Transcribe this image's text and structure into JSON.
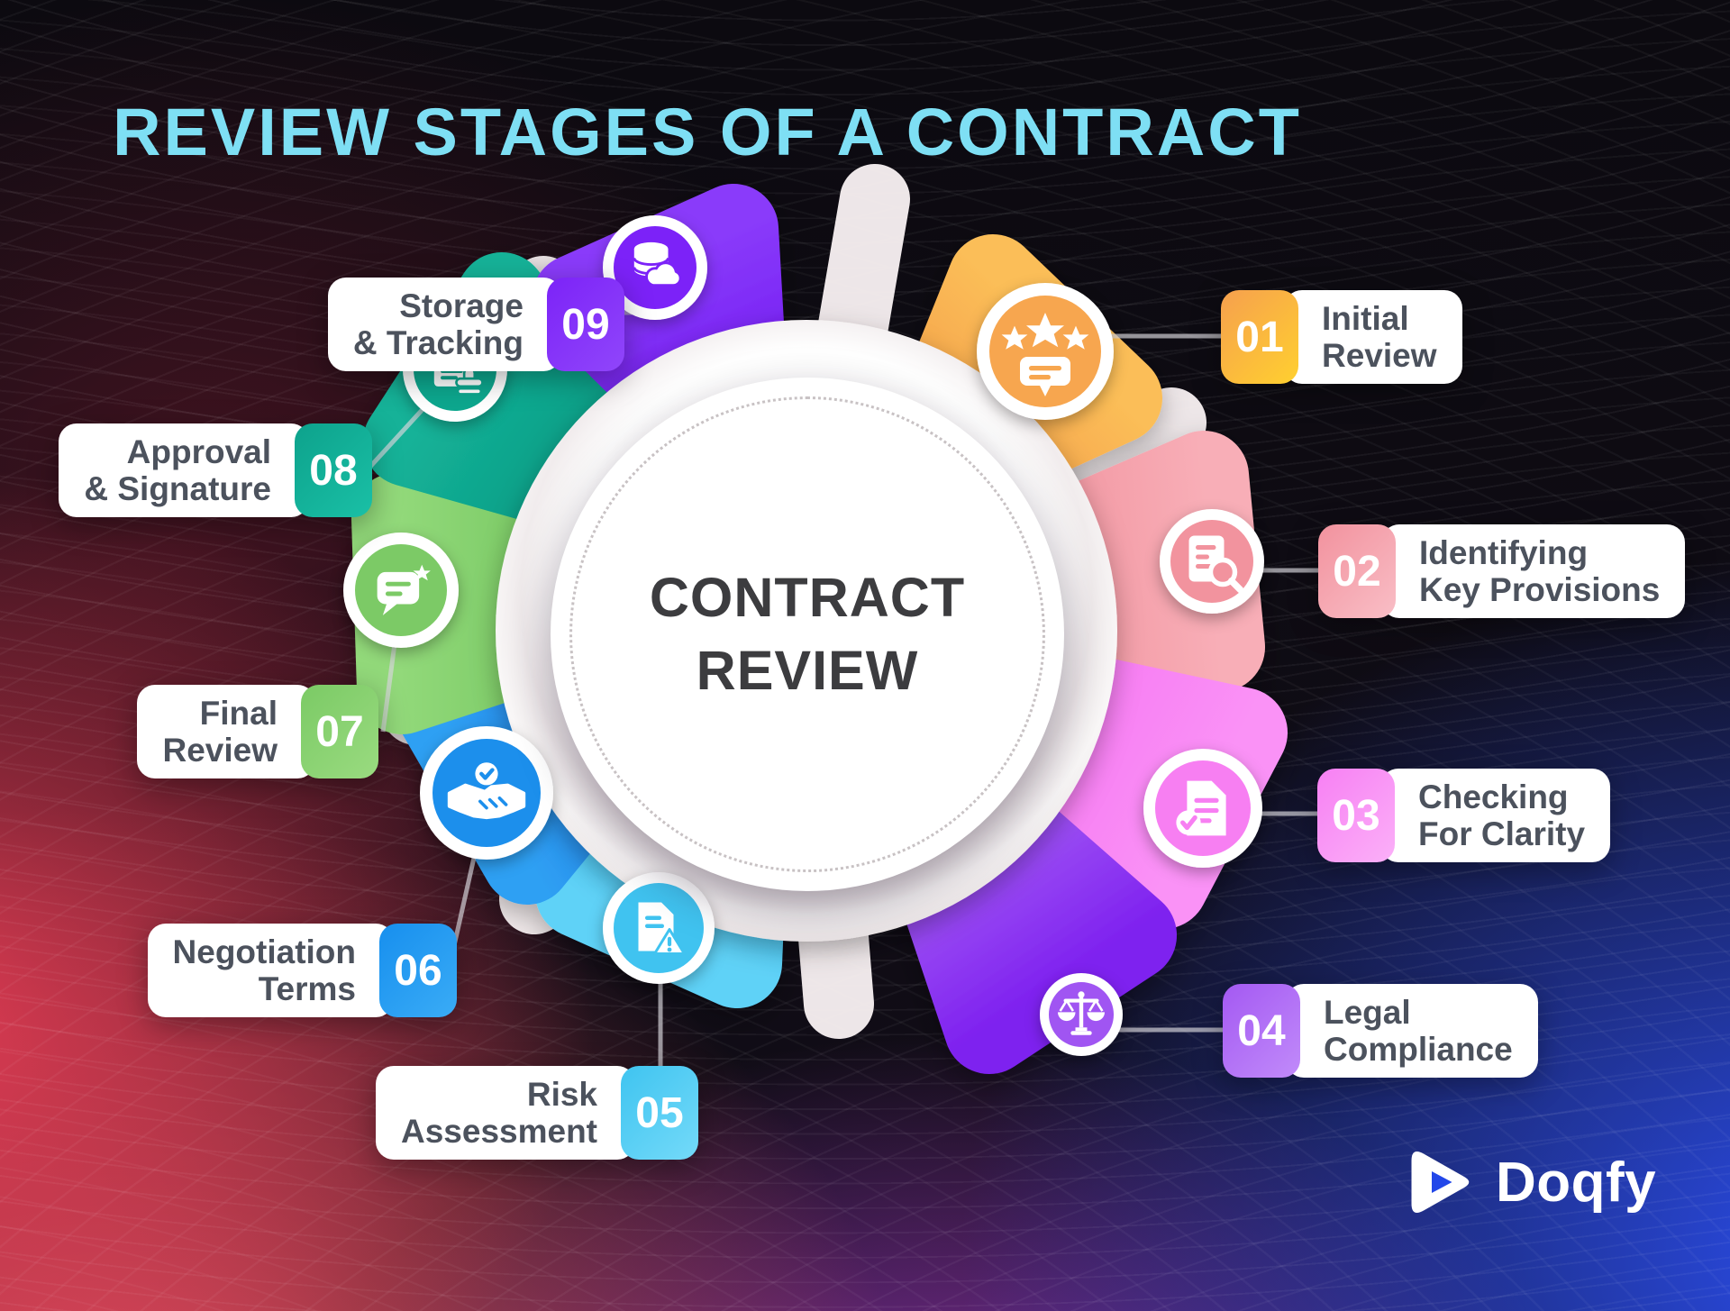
{
  "title": "REVIEW STAGES OF A CONTRACT",
  "center": {
    "title": "CONTRACT\nREVIEW"
  },
  "stages": [
    {
      "number": "01",
      "label": "Initial\nReview",
      "icon": "rating-stars-icon",
      "color": "#F7A64F"
    },
    {
      "number": "02",
      "label": "Identifying\nKey Provisions",
      "icon": "document-search-icon",
      "color": "#F2939E"
    },
    {
      "number": "03",
      "label": "Checking\nFor Clarity",
      "icon": "document-check-icon",
      "color": "#F77FF2"
    },
    {
      "number": "04",
      "label": "Legal\nCompliance",
      "icon": "justice-scales-icon",
      "color": "#A055F2"
    },
    {
      "number": "05",
      "label": "Risk\nAssessment",
      "icon": "document-warning-icon",
      "color": "#3FC3F0"
    },
    {
      "number": "06",
      "label": "Negotiation\nTerms",
      "icon": "handshake-icon",
      "color": "#1E8FEC"
    },
    {
      "number": "07",
      "label": "Final\nReview",
      "icon": "chat-star-icon",
      "color": "#7CCA66"
    },
    {
      "number": "08",
      "label": "Approval\n& Signature",
      "icon": "document-stamp-icon",
      "color": "#0FA78E"
    },
    {
      "number": "09",
      "label": "Storage\n& Tracking",
      "icon": "database-cloud-icon",
      "color": "#7B22F8"
    }
  ],
  "brand": {
    "name": "Doqfy"
  },
  "colors": {
    "title_text": "#7EDFF4",
    "center_text": "#3C3C3F",
    "label_text": "#4C525D",
    "background_left": "#E83C54",
    "background_right": "#2B4EF0"
  }
}
